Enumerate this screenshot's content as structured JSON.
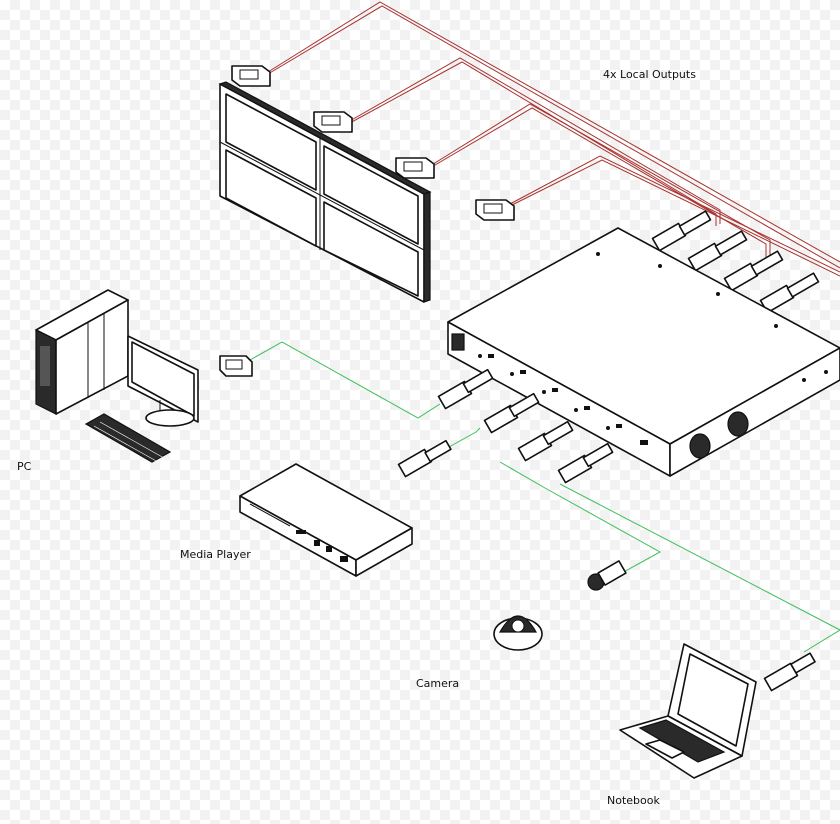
{
  "labels": {
    "outputs": "4x Local Outputs",
    "pc": "PC",
    "media_player": "Media Player",
    "camera": "Camera",
    "notebook": "Notebook"
  },
  "colors": {
    "output_cable": "#a8322f",
    "input_cable": "#3fbf5a",
    "outline": "#111111"
  }
}
